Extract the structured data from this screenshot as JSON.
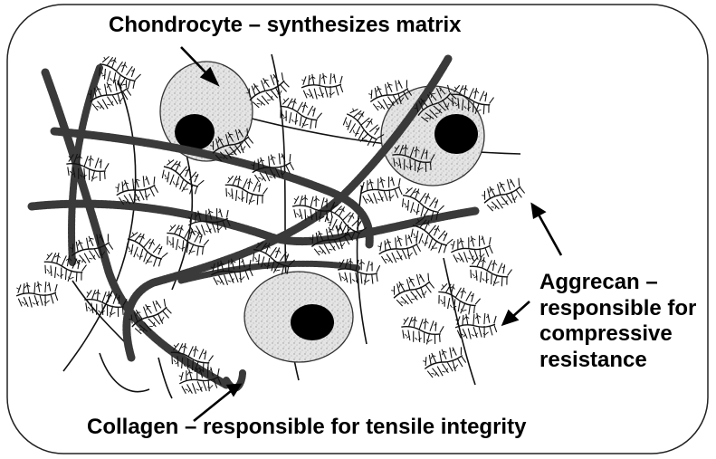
{
  "labels": {
    "chondrocyte": "Chondrocyte – synthesizes matrix",
    "collagen": "Collagen – responsible for tensile integrity",
    "aggrecan": [
      "Aggrecan –",
      "responsible for",
      "compressive",
      "resistance"
    ]
  },
  "colors": {
    "ink": "#111111",
    "cell_fill": "#d9d9d9",
    "nucleus": "#000000",
    "collagen_fiber": "#3a3a3a"
  }
}
